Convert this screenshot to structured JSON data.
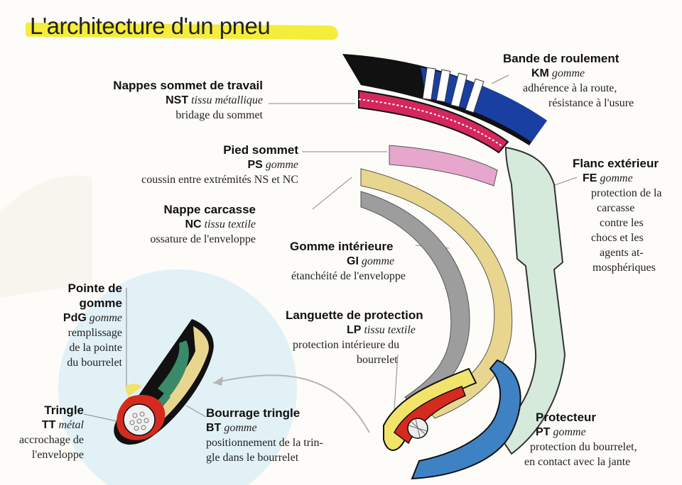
{
  "title": "L'architecture d'un pneu",
  "colors": {
    "tread": "#1a3fa3",
    "tread_dark": "#111111",
    "nst": "#d6275d",
    "ps": "#e7a7cd",
    "nc": "#8b8b8b",
    "gi": "#e8d68f",
    "fe": "#d6eadc",
    "pt": "#3e82c4",
    "bt": "#3a8a6a",
    "tt": "#d62a1f",
    "pdg": "#f2e36a",
    "highlight": "#f3ec2a",
    "circle": "#dceff4"
  },
  "labels": {
    "km": {
      "name": "Bande de roulement",
      "code": "KM",
      "material": "gomme",
      "desc": [
        "adhérence à la route,",
        "résistance à l'usure"
      ]
    },
    "nst": {
      "name": "Nappes sommet de travail",
      "code": "NST",
      "material": "tissu métallique",
      "desc": [
        "bridage du sommet"
      ]
    },
    "ps": {
      "name": "Pied sommet",
      "code": "PS",
      "material": "gomme",
      "desc": [
        "coussin entre extrémités NS et NC"
      ]
    },
    "nc": {
      "name": "Nappe carcasse",
      "code": "NC",
      "material": "tissu textile",
      "desc": [
        "ossature de l'enveloppe"
      ]
    },
    "fe": {
      "name": "Flanc extérieur",
      "code": "FE",
      "material": "gomme",
      "desc": [
        "protection de la",
        "carcasse",
        "contre les",
        "chocs et les",
        "agents at-",
        "mosphériques"
      ]
    },
    "gi": {
      "name": "Gomme intérieure",
      "code": "GI",
      "material": "gomme",
      "desc": [
        "étanchéité de l'enveloppe"
      ]
    },
    "lp": {
      "name": "Languette de protection",
      "code": "LP",
      "material": "tissu textile",
      "desc": [
        "protection intérieure du",
        "bourrelet"
      ]
    },
    "pdg": {
      "name": [
        "Pointe de",
        "gomme"
      ],
      "code": "PdG",
      "material": "gomme",
      "desc": [
        "remplissage",
        "de la pointe",
        "du bourrelet"
      ]
    },
    "tt": {
      "name": "Tringle",
      "code": "TT",
      "material": "métal",
      "desc": [
        "accrochage de",
        "l'enveloppe"
      ]
    },
    "bt": {
      "name": "Bourrage tringle",
      "code": "BT",
      "material": "gomme",
      "desc": [
        "positionnement de la trin-",
        "gle dans le bourrelet"
      ]
    },
    "pt": {
      "name": "Protecteur",
      "code": "PT",
      "material": "gomme",
      "desc": [
        "protection du bourrelet,",
        "en contact avec la jante"
      ]
    }
  }
}
